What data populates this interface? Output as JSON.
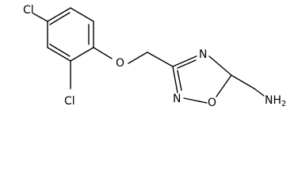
{
  "molecule": {
    "atoms": {
      "cl_top": "Cl",
      "cl_bottom": "Cl",
      "ether_oxygen": "O",
      "ring_nitrogen_top": "N",
      "ring_oxygen": "O",
      "ring_nitrogen_bottom": "N",
      "amine": "NH",
      "amine_subscript": "2"
    }
  }
}
